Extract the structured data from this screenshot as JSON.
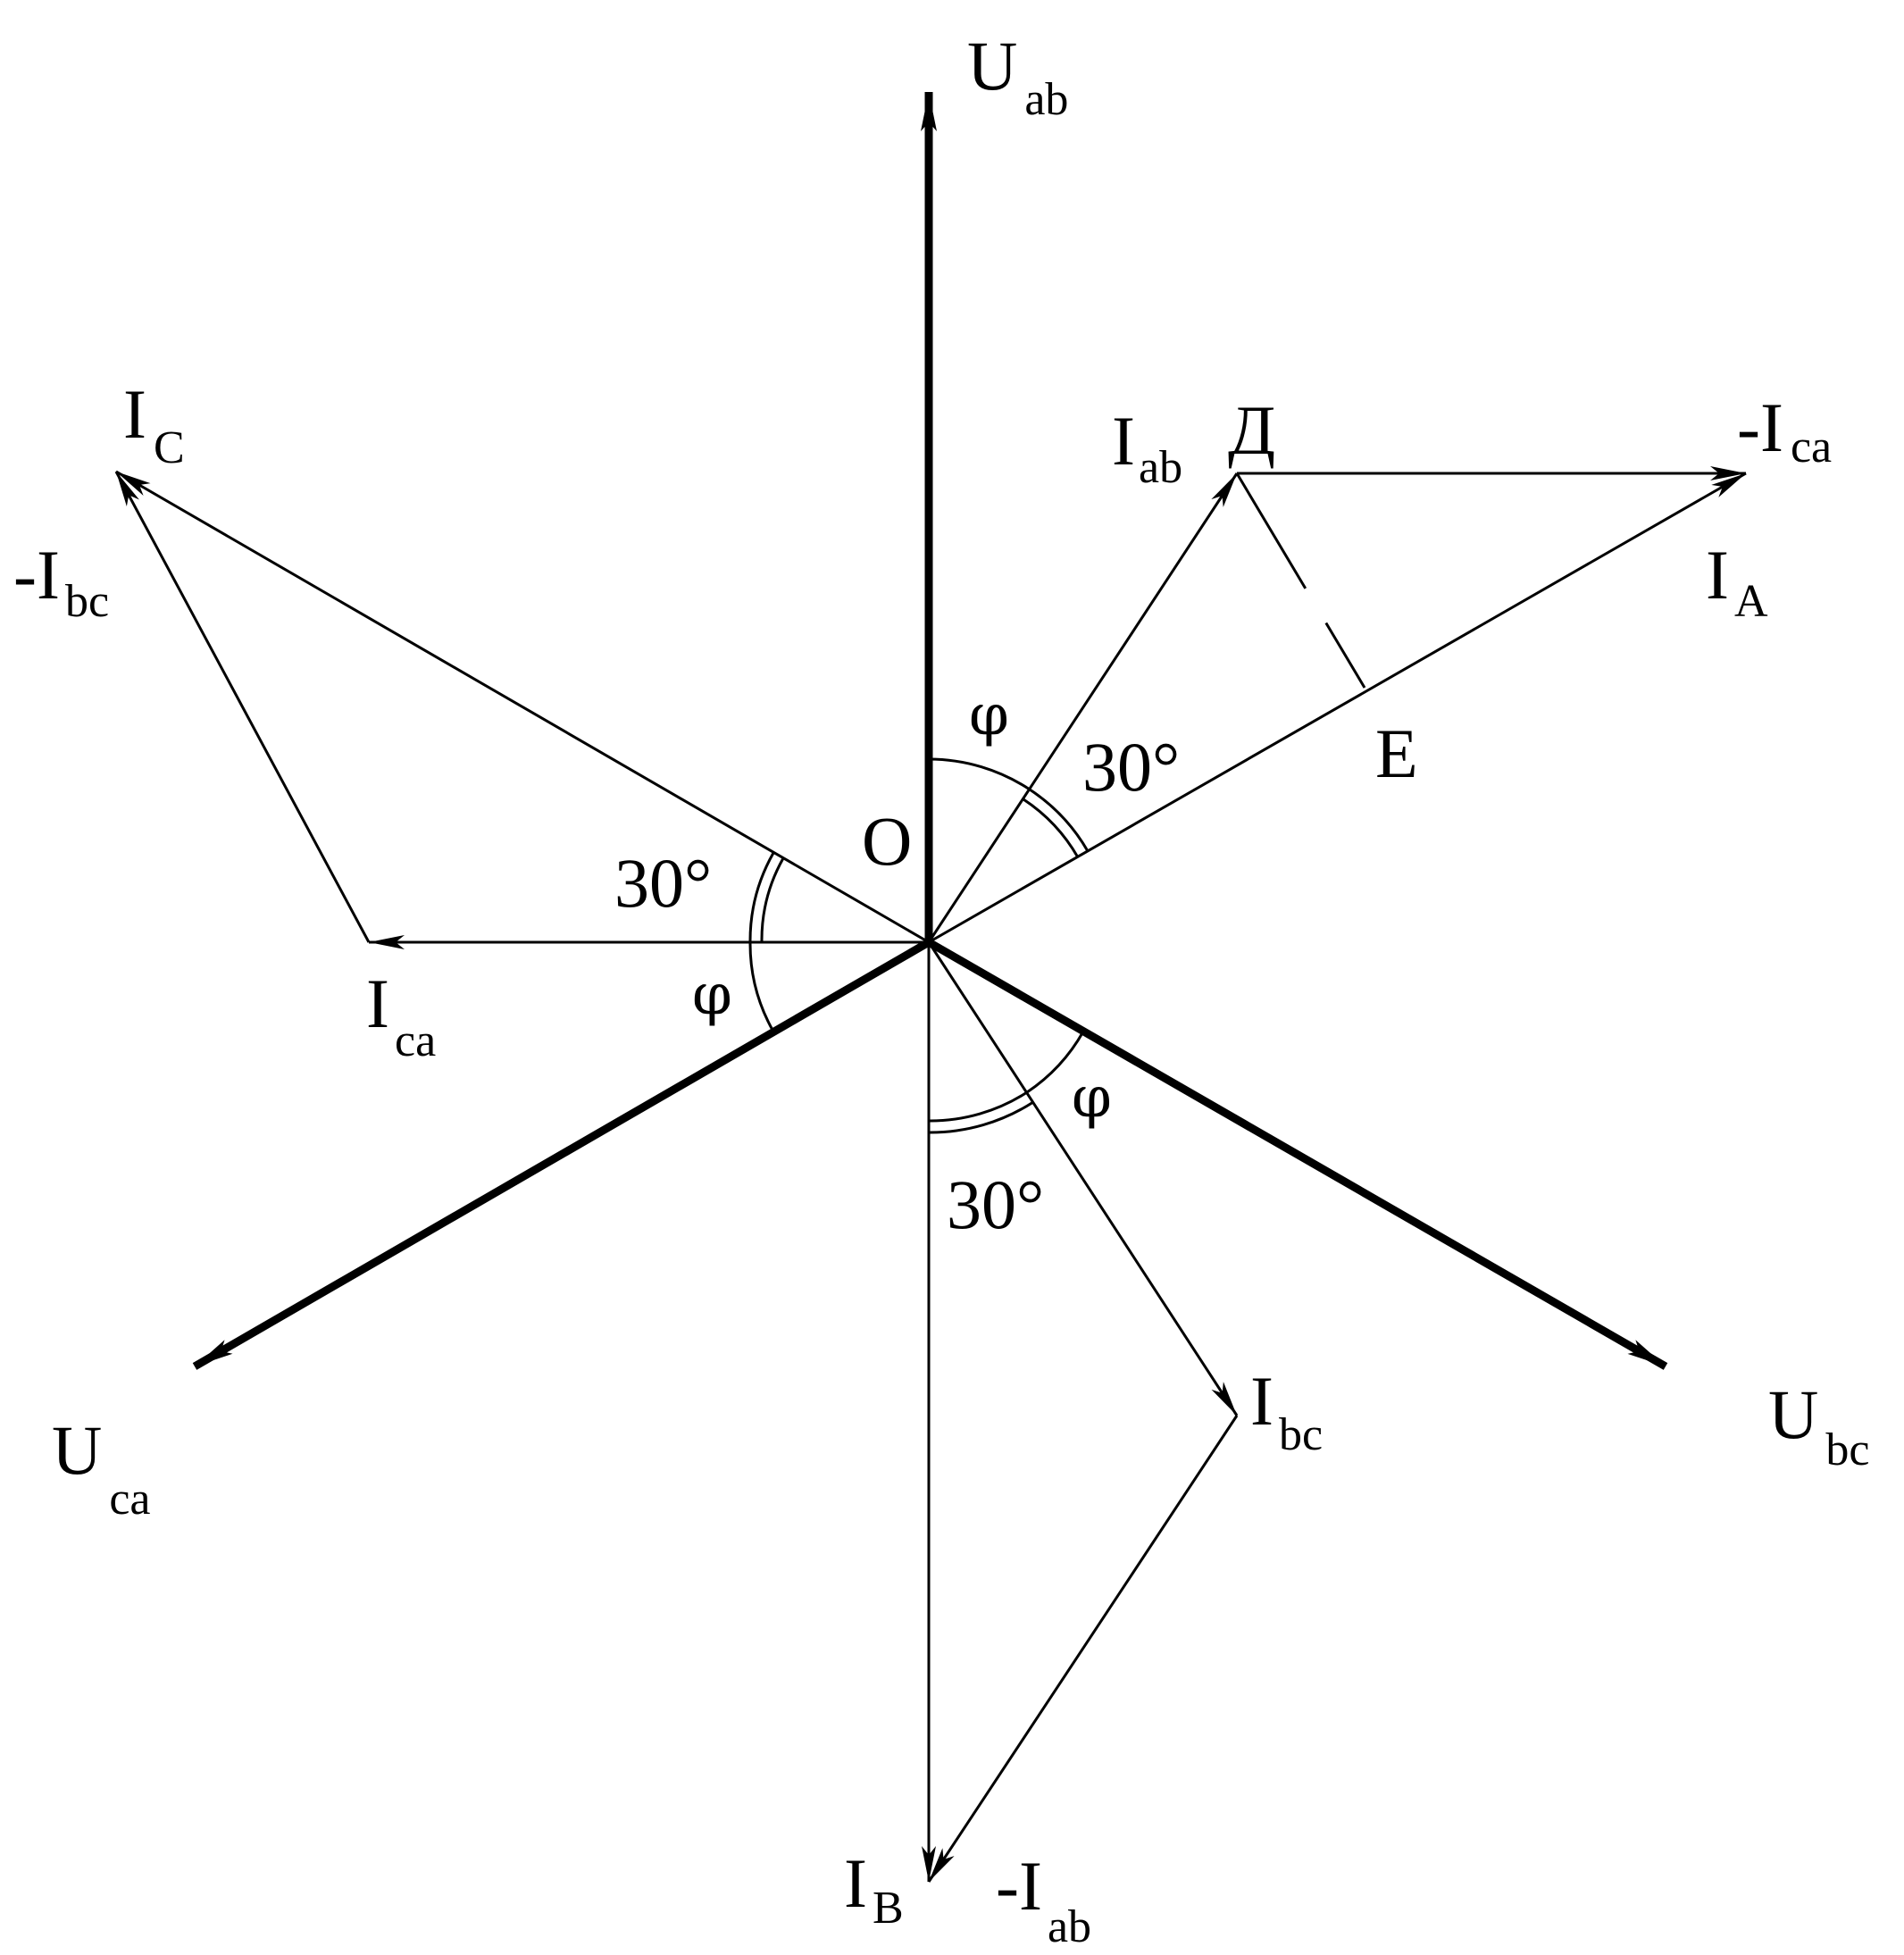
{
  "labels": {
    "u_ab": {
      "main": "U",
      "sub": "ab"
    },
    "u_bc": {
      "main": "U",
      "sub": "bc"
    },
    "u_ca": {
      "main": "U",
      "sub": "ca"
    },
    "i_ab": {
      "main": "I",
      "sub": "ab"
    },
    "i_bc": {
      "main": "I",
      "sub": "bc"
    },
    "i_ca": {
      "main": "I",
      "sub": "ca"
    },
    "i_a": {
      "main": "I",
      "sub": "A"
    },
    "i_b": {
      "main": "I",
      "sub": "B"
    },
    "i_c": {
      "main": "I",
      "sub": "C"
    },
    "neg_i_ca": {
      "main": "-I",
      "sub": "ca"
    },
    "neg_i_bc": {
      "main": "-I",
      "sub": "bc"
    },
    "neg_i_ab": {
      "main": "-I",
      "sub": "ab"
    },
    "point_d": "Д",
    "point_e": "E",
    "origin": "O",
    "angle_30": "30°",
    "phi": "φ"
  },
  "colors": {
    "ink": "#000000",
    "background": "#ffffff"
  }
}
